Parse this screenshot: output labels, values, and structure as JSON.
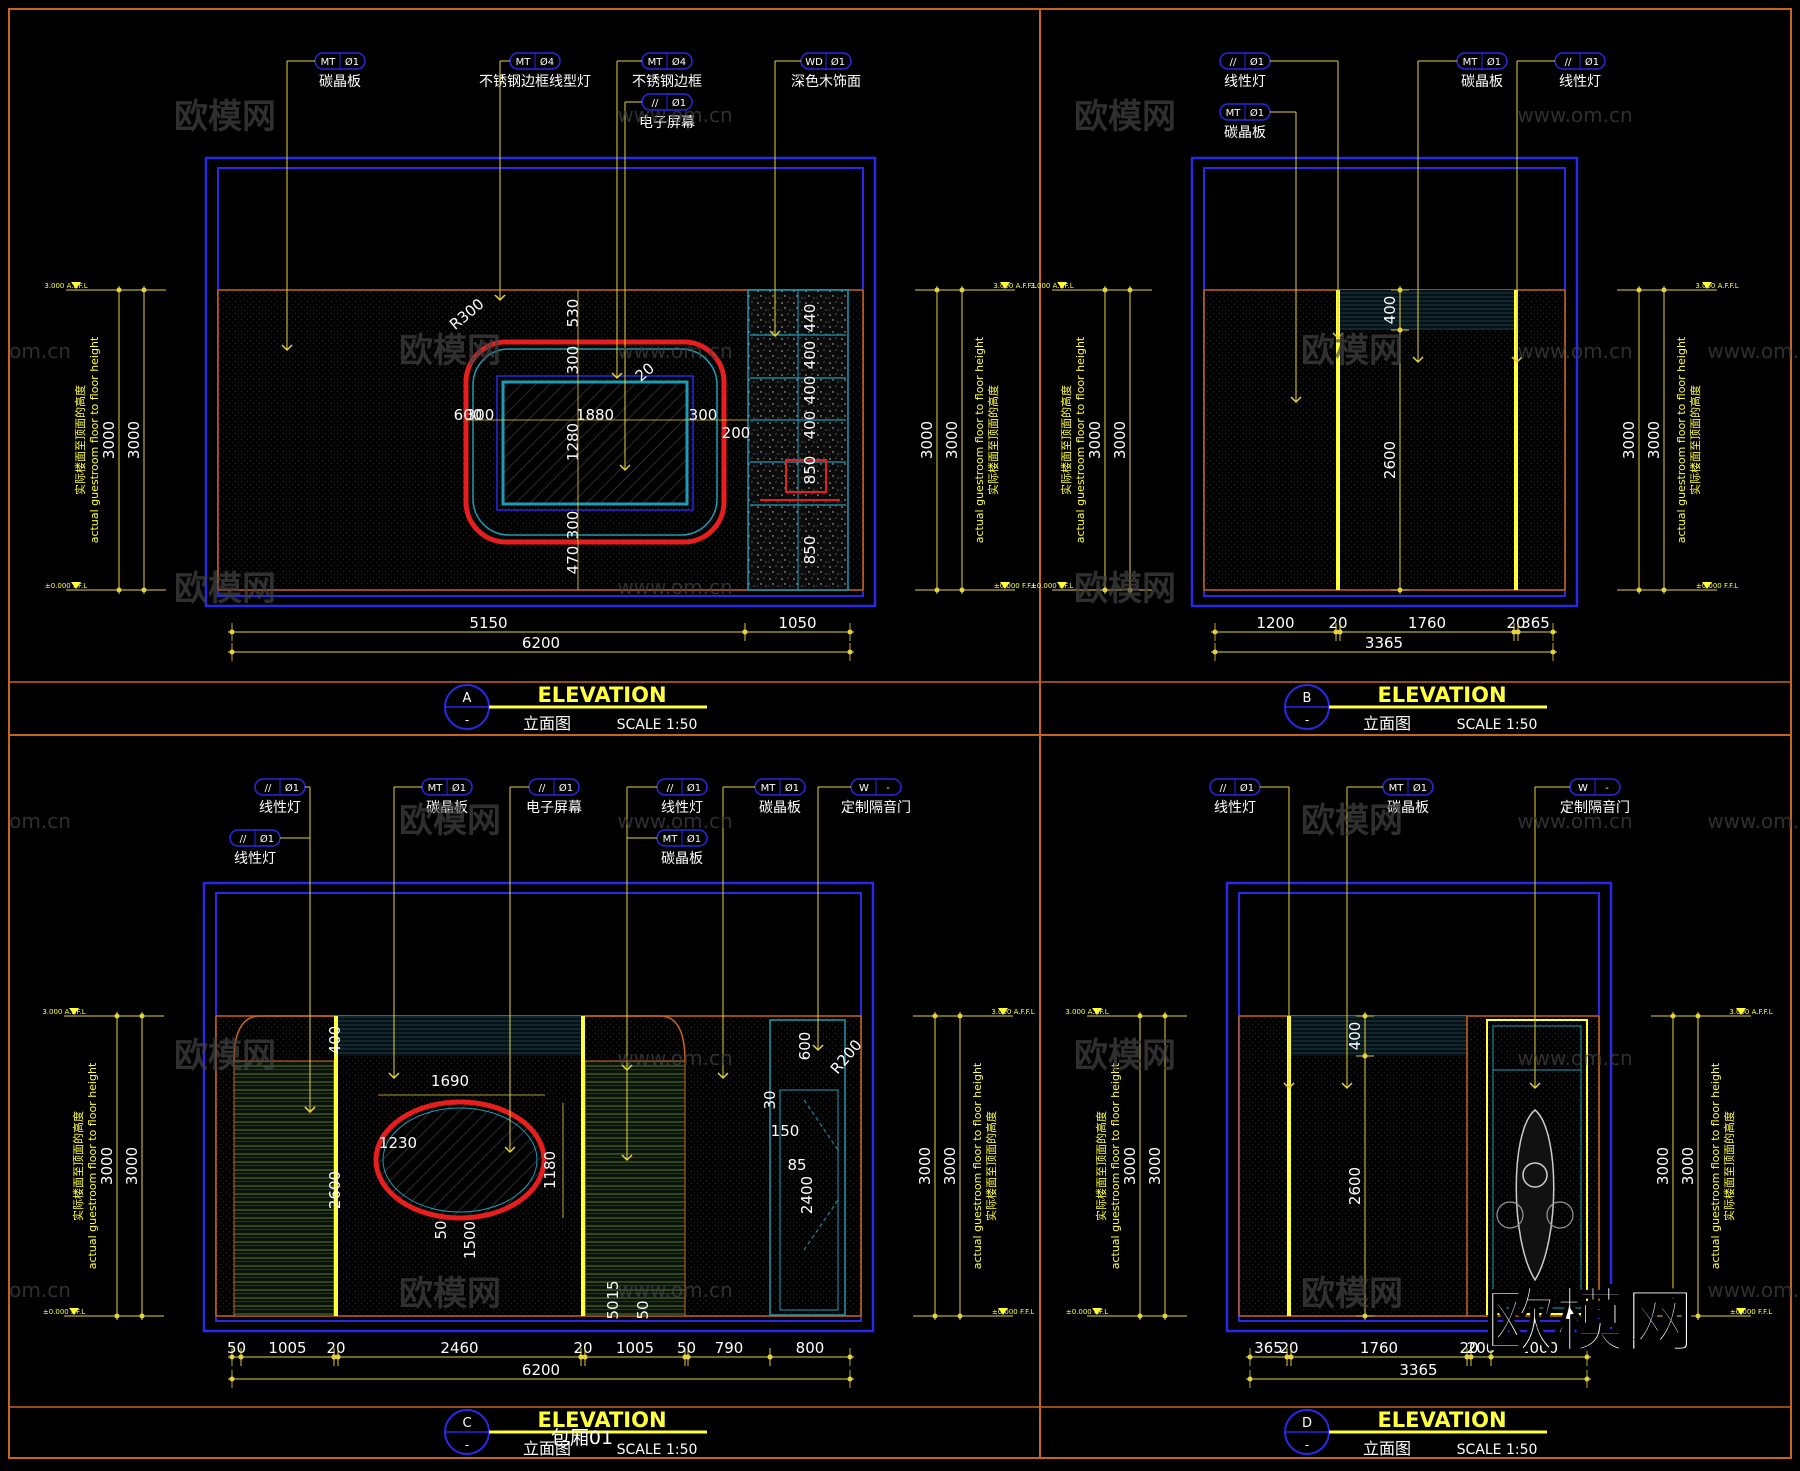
{
  "colors": {
    "background": "#000000",
    "frame": "#c8641e",
    "wall_outline": "#2828e6",
    "leader": "#e6d23c",
    "dim_line": "#e6d23c",
    "dim_text": "#ffffff",
    "tag_outline": "#2828e6",
    "tag_text": "#ffffff",
    "title_text": "#ffff3c",
    "floor_line": "#c8641e",
    "accent_red": "#e61e1e",
    "accent_yellow": "#ffff3c",
    "cyan": "#1e9bb4",
    "watermark": "#444444"
  },
  "watermarks": {
    "brand_cn": "欧模网",
    "site": "www.om.cn",
    "site_short": "om.cn",
    "big_logo": "欧模网"
  },
  "panels": {
    "A": {
      "letter": "A",
      "title": "ELEVATION",
      "subtitle": "立面图",
      "scale": "SCALE 1:50",
      "tags": [
        {
          "code": "MT",
          "num": "Ø1",
          "label": "碳晶板"
        },
        {
          "code": "MT",
          "num": "Ø4",
          "label": "不锈钢边框线型灯"
        },
        {
          "code": "MT",
          "num": "Ø4",
          "label": "不锈钢边框"
        },
        {
          "code": "//",
          "num": "Ø1",
          "label": "电子屏幕"
        },
        {
          "code": "WD",
          "num": "Ø1",
          "label": "深色木饰面"
        }
      ],
      "dims_bottom": [
        "5150",
        "1050",
        "6200"
      ],
      "dims_inner": [
        "R300",
        "530",
        "300",
        "20",
        "1880",
        "300",
        "300",
        "200",
        "600",
        "1280",
        "300",
        "470",
        "440",
        "400",
        "400",
        "400",
        "850",
        "850"
      ],
      "left_level_top": "3.000 A.F.F.L",
      "left_level_bottom": "±0.000 F.F.L",
      "height_dims": [
        "3000",
        "3000"
      ],
      "vertical_note_en": "actual guestroom floor to floor height",
      "vertical_note_cn": "实际楼面至顶面的高度"
    },
    "B": {
      "letter": "B",
      "title": "ELEVATION",
      "subtitle": "立面图",
      "scale": "SCALE 1:50",
      "tags": [
        {
          "code": "//",
          "num": "Ø1",
          "label": "线性灯"
        },
        {
          "code": "MT",
          "num": "Ø1",
          "label": "碳晶板"
        },
        {
          "code": "MT",
          "num": "Ø1",
          "label": "碳晶板"
        },
        {
          "code": "//",
          "num": "Ø1",
          "label": "线性灯"
        }
      ],
      "dims_bottom": [
        "1200",
        "20",
        "1760",
        "20",
        "365",
        "3365"
      ],
      "dims_inner": [
        "400",
        "2600"
      ],
      "left_level_top": "3.000 A.F.F.L",
      "left_level_bottom": "±0.000 F.F.L",
      "height_dims": [
        "3000",
        "3000"
      ],
      "vertical_note_en": "actual guestroom floor to floor height",
      "vertical_note_cn": "实际楼面至顶面的高度"
    },
    "C": {
      "letter": "C",
      "title": "ELEVATION",
      "subtitle": "立面图",
      "overlay": "包厢01",
      "scale": "SCALE 1:50",
      "tags": [
        {
          "code": "//",
          "num": "Ø1",
          "label": "线性灯"
        },
        {
          "code": "//",
          "num": "Ø1",
          "label": "线性灯"
        },
        {
          "code": "MT",
          "num": "Ø1",
          "label": "碳晶板"
        },
        {
          "code": "//",
          "num": "Ø1",
          "label": "电子屏幕"
        },
        {
          "code": "//",
          "num": "Ø1",
          "label": "线性灯"
        },
        {
          "code": "MT",
          "num": "Ø1",
          "label": "碳晶板"
        },
        {
          "code": "MT",
          "num": "Ø1",
          "label": "碳晶板"
        },
        {
          "code": "W",
          "num": "-",
          "label": "定制隔音门"
        }
      ],
      "dims_bottom": [
        "50",
        "1005",
        "20",
        "2460",
        "20",
        "1005",
        "50",
        "790",
        "800",
        "6200"
      ],
      "dims_inner": [
        "400",
        "1690",
        "1230",
        "1180",
        "50",
        "1500",
        "2600",
        "600",
        "R200",
        "30",
        "150",
        "85",
        "2400",
        "15",
        "50",
        "50"
      ],
      "left_level_top": "3.000 A.F.F.L",
      "left_level_bottom": "±0.000 F.F.L",
      "height_dims": [
        "3000",
        "3000"
      ],
      "vertical_note_en": "actual guestroom floor to floor height",
      "vertical_note_cn": "实际楼面至顶面的高度"
    },
    "D": {
      "letter": "D",
      "title": "ELEVATION",
      "subtitle": "立面图",
      "scale": "SCALE 1:50",
      "tags": [
        {
          "code": "//",
          "num": "Ø1",
          "label": "线性灯"
        },
        {
          "code": "MT",
          "num": "Ø1",
          "label": "碳晶板"
        },
        {
          "code": "W",
          "num": "-",
          "label": "定制隔音门"
        }
      ],
      "dims_bottom": [
        "365",
        "20",
        "1760",
        "20",
        "200",
        "1000",
        "3365"
      ],
      "dims_inner": [
        "400",
        "2600"
      ],
      "left_level_top": "3.000 A.F.F.L",
      "left_level_bottom": "±0.000 F.F.L",
      "height_dims": [
        "3000",
        "3000"
      ],
      "vertical_note_en": "actual guestroom floor to floor height",
      "vertical_note_cn": "实际楼面至顶面的高度"
    }
  }
}
